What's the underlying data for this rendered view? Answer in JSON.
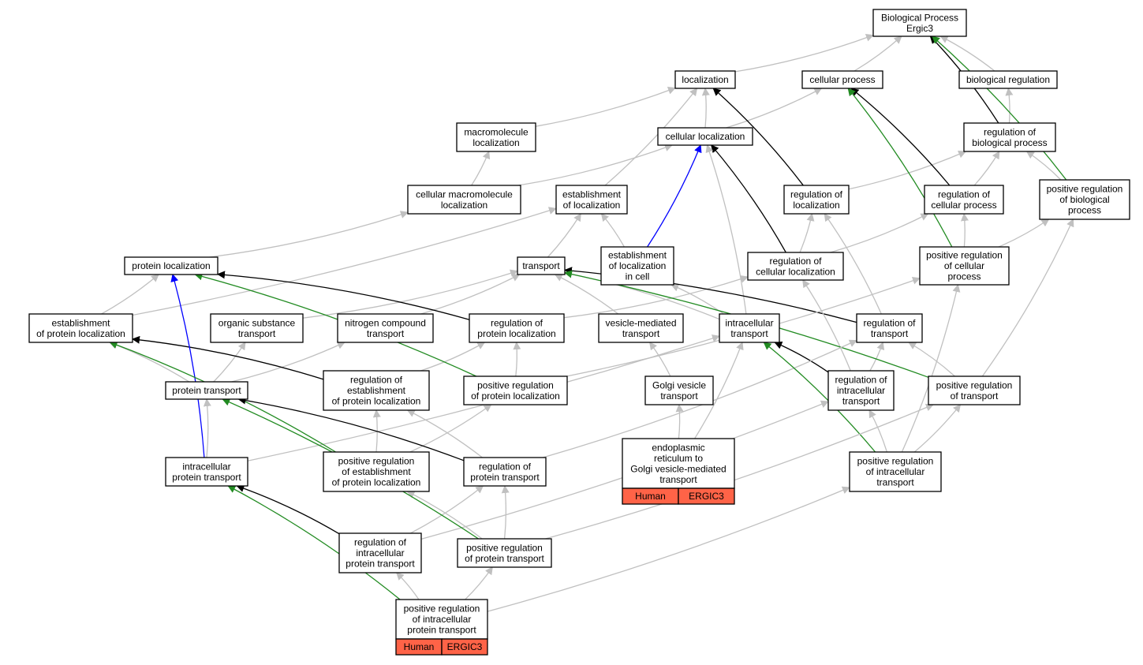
{
  "colors": {
    "gray": "#c0c0c0",
    "black": "#000000",
    "blue": "#0000ff",
    "green": "#228b22",
    "tag_fill": "#ff6347"
  },
  "nodes": {
    "bp": [
      "Biological Process",
      "Ergic3"
    ],
    "loc": [
      "localization"
    ],
    "cp": [
      "cellular process"
    ],
    "br": [
      "biological regulation"
    ],
    "mml": [
      "macromolecule",
      "localization"
    ],
    "cl": [
      "cellular localization"
    ],
    "rbp": [
      "regulation of",
      "biological process"
    ],
    "cml": [
      "cellular macromolecule",
      "localization"
    ],
    "eol": [
      "establishment",
      "of localization"
    ],
    "rol": [
      "regulation of",
      "localization"
    ],
    "rcp": [
      "regulation of",
      "cellular process"
    ],
    "prbp": [
      "positive regulation",
      "of biological",
      "process"
    ],
    "pl": [
      "protein localization"
    ],
    "tr": [
      "transport"
    ],
    "elc": [
      "establishment",
      "of localization",
      "in cell"
    ],
    "rcl": [
      "regulation of",
      "cellular localization"
    ],
    "prcp": [
      "positive regulation",
      "of cellular",
      "process"
    ],
    "epl": [
      "establishment",
      "of protein localization"
    ],
    "ost": [
      "organic substance",
      "transport"
    ],
    "nct": [
      "nitrogen compound",
      "transport"
    ],
    "rpl": [
      "regulation of",
      "protein localization"
    ],
    "vmt": [
      "vesicle-mediated",
      "transport"
    ],
    "it": [
      "intracellular",
      "transport"
    ],
    "rot": [
      "regulation of",
      "transport"
    ],
    "pt": [
      "protein transport"
    ],
    "repl": [
      "regulation of",
      "establishment",
      "of protein localization"
    ],
    "prpl": [
      "positive regulation",
      "of protein localization"
    ],
    "gvt": [
      "Golgi vesicle",
      "transport"
    ],
    "rit": [
      "regulation of",
      "intracellular",
      "transport"
    ],
    "prt": [
      "positive regulation",
      "of transport"
    ],
    "ipt": [
      "intracellular",
      "protein transport"
    ],
    "prepl": [
      "positive regulation",
      "of establishment",
      "of protein localization"
    ],
    "rpt": [
      "regulation of",
      "protein transport"
    ],
    "ergv": [
      "endoplasmic",
      "reticulum to",
      "Golgi vesicle-mediated",
      "transport"
    ],
    "prit": [
      "positive regulation",
      "of intracellular",
      "transport"
    ],
    "ript": [
      "regulation of",
      "intracellular",
      "protein transport"
    ],
    "prpt": [
      "positive regulation",
      "of protein transport"
    ],
    "pript": [
      "positive regulation",
      "of intracellular",
      "protein transport"
    ]
  },
  "annotations": {
    "ergv": [
      "Human",
      "ERGIC3"
    ],
    "pript": [
      "Human",
      "ERGIC3"
    ]
  },
  "edges": [
    [
      "loc",
      "bp",
      "gray"
    ],
    [
      "cp",
      "bp",
      "gray"
    ],
    [
      "br",
      "bp",
      "gray"
    ],
    [
      "mml",
      "loc",
      "gray"
    ],
    [
      "cl",
      "loc",
      "gray"
    ],
    [
      "cl",
      "cp",
      "gray"
    ],
    [
      "rbp",
      "br",
      "gray"
    ],
    [
      "rbp",
      "bp",
      "black"
    ],
    [
      "prbp",
      "bp",
      "green"
    ],
    [
      "cml",
      "mml",
      "gray"
    ],
    [
      "cml",
      "cl",
      "gray"
    ],
    [
      "eol",
      "loc",
      "gray"
    ],
    [
      "rol",
      "loc",
      "black"
    ],
    [
      "rol",
      "rbp",
      "gray"
    ],
    [
      "rcp",
      "cp",
      "black"
    ],
    [
      "rcp",
      "rbp",
      "gray"
    ],
    [
      "prbp",
      "rbp",
      "gray"
    ],
    [
      "pl",
      "cml",
      "gray"
    ],
    [
      "tr",
      "eol",
      "gray"
    ],
    [
      "elc",
      "eol",
      "gray"
    ],
    [
      "elc",
      "cl",
      "blue"
    ],
    [
      "rcl",
      "cl",
      "black"
    ],
    [
      "rcl",
      "rol",
      "gray"
    ],
    [
      "rcl",
      "rcp",
      "gray"
    ],
    [
      "prcp",
      "rcp",
      "gray"
    ],
    [
      "prcp",
      "cp",
      "green"
    ],
    [
      "prcp",
      "prbp",
      "gray"
    ],
    [
      "epl",
      "pl",
      "gray"
    ],
    [
      "epl",
      "eol",
      "gray"
    ],
    [
      "ost",
      "tr",
      "gray"
    ],
    [
      "nct",
      "tr",
      "gray"
    ],
    [
      "rpl",
      "pl",
      "black"
    ],
    [
      "rpl",
      "rcl",
      "gray"
    ],
    [
      "vmt",
      "tr",
      "gray"
    ],
    [
      "it",
      "tr",
      "gray"
    ],
    [
      "it",
      "elc",
      "gray"
    ],
    [
      "it",
      "cl",
      "gray"
    ],
    [
      "rot",
      "tr",
      "black"
    ],
    [
      "rot",
      "rol",
      "gray"
    ],
    [
      "pt",
      "epl",
      "gray"
    ],
    [
      "pt",
      "ost",
      "gray"
    ],
    [
      "pt",
      "nct",
      "gray"
    ],
    [
      "repl",
      "epl",
      "black"
    ],
    [
      "repl",
      "rpl",
      "gray"
    ],
    [
      "prpl",
      "rpl",
      "gray"
    ],
    [
      "prpl",
      "pl",
      "green"
    ],
    [
      "prpl",
      "prcp",
      "gray"
    ],
    [
      "gvt",
      "vmt",
      "gray"
    ],
    [
      "rit",
      "it",
      "black"
    ],
    [
      "rit",
      "rot",
      "gray"
    ],
    [
      "rit",
      "rcl",
      "gray"
    ],
    [
      "prt",
      "rot",
      "gray"
    ],
    [
      "prt",
      "tr",
      "green"
    ],
    [
      "prt",
      "prbp",
      "gray"
    ],
    [
      "ipt",
      "pt",
      "gray"
    ],
    [
      "ipt",
      "pl",
      "blue"
    ],
    [
      "ipt",
      "it",
      "gray"
    ],
    [
      "prepl",
      "repl",
      "gray"
    ],
    [
      "prepl",
      "prpl",
      "gray"
    ],
    [
      "prepl",
      "epl",
      "green"
    ],
    [
      "rpt",
      "pt",
      "black"
    ],
    [
      "rpt",
      "rot",
      "gray"
    ],
    [
      "rpt",
      "repl",
      "gray"
    ],
    [
      "ergv",
      "gvt",
      "gray"
    ],
    [
      "ergv",
      "it",
      "gray"
    ],
    [
      "prit",
      "rit",
      "gray"
    ],
    [
      "prit",
      "prt",
      "gray"
    ],
    [
      "prit",
      "it",
      "green"
    ],
    [
      "prit",
      "prcp",
      "gray"
    ],
    [
      "ript",
      "ipt",
      "black"
    ],
    [
      "ript",
      "rpt",
      "gray"
    ],
    [
      "ript",
      "rit",
      "gray"
    ],
    [
      "prpt",
      "rpt",
      "gray"
    ],
    [
      "prpt",
      "prepl",
      "gray"
    ],
    [
      "prpt",
      "pt",
      "green"
    ],
    [
      "prpt",
      "prt",
      "gray"
    ],
    [
      "pript",
      "ript",
      "gray"
    ],
    [
      "pript",
      "prpt",
      "gray"
    ],
    [
      "pript",
      "ipt",
      "green"
    ],
    [
      "pript",
      "prit",
      "gray"
    ]
  ]
}
